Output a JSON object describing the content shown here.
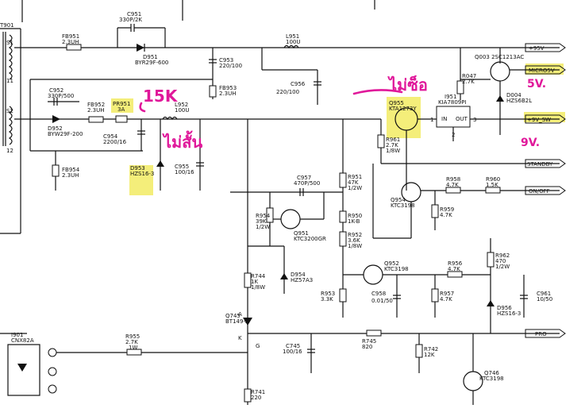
{
  "components": {
    "t901": "T901",
    "s1": "S1",
    "s2": "S2",
    "pin11": "11",
    "pin12": "12",
    "fb951": [
      "FB951",
      "2.3UH"
    ],
    "c951": [
      "C951",
      "330P/2K"
    ],
    "d951": [
      "D951",
      "BYR29F-600"
    ],
    "l951": [
      "L951",
      "100U"
    ],
    "c953": [
      "C953",
      "220/100"
    ],
    "fb953": [
      "FB953",
      "2.3UH"
    ],
    "c956": [
      "C956",
      "220/100"
    ],
    "c952": [
      "C952",
      "330P/500"
    ],
    "fb952": [
      "FB952",
      "2.3UH"
    ],
    "pr951": [
      "PR951",
      "3A"
    ],
    "l952": [
      "L952",
      "100U"
    ],
    "d952": [
      "D952",
      "BYW29F-200"
    ],
    "c954": [
      "C954",
      "2200/16"
    ],
    "fb954": [
      "FB954",
      "2.3UH"
    ],
    "d953": [
      "D953",
      "HZS16-3"
    ],
    "c955": [
      "C955",
      "100/16"
    ],
    "q955": [
      "Q955",
      "KTA1273Y"
    ],
    "r961": [
      "R961",
      "2.7K",
      "1/8W"
    ],
    "i951": [
      "I951",
      "KIA7809PI"
    ],
    "i951_in": "IN",
    "i951_out": "OUT",
    "pin1": "1",
    "pin2": "2",
    "pin3": "3",
    "r047": [
      "R047",
      "2.7K"
    ],
    "q003": "Q003 2SC1213AC",
    "d004": [
      "D004",
      "HZS6B2L"
    ],
    "c957": [
      "C957",
      "470P/500"
    ],
    "r951": [
      "R951",
      "47K",
      "1/2W"
    ],
    "r954": [
      "R954",
      "39K",
      "1/2W"
    ],
    "q951": [
      "Q951",
      "KTC3200GR"
    ],
    "r950": [
      "R950",
      "1K-B"
    ],
    "r952": [
      "R952",
      "3.6K",
      "1/8W"
    ],
    "q954": [
      "Q954",
      "KTC3198"
    ],
    "r958": [
      "R958",
      "4.7K"
    ],
    "r959": [
      "R959",
      "4.7K"
    ],
    "r960": [
      "R960",
      "1.5K"
    ],
    "r744": [
      "R744",
      "1K",
      "1/8W"
    ],
    "d954": [
      "D954",
      "HZ57A3"
    ],
    "r953": [
      "R953",
      "3.3K"
    ],
    "q952": [
      "Q952",
      "KTC3198"
    ],
    "r956": [
      "R956",
      "4.7K"
    ],
    "c958": [
      "C958",
      "0.01/50"
    ],
    "r957": [
      "R957",
      "4.7K"
    ],
    "r962": [
      "R962",
      "470",
      "1/2W"
    ],
    "d956": [
      "D956",
      "HZS16-3"
    ],
    "c961": [
      "C961",
      "10/50"
    ],
    "q745": [
      "Q745",
      "BT149-B"
    ],
    "i901": [
      "I901",
      "CNX82A"
    ],
    "r955": [
      "R955",
      "2.7K",
      "1W"
    ],
    "c745": [
      "C745",
      "100/16"
    ],
    "r745": [
      "R745",
      "820"
    ],
    "r742": [
      "R742",
      "12K"
    ],
    "q746": [
      "Q746",
      "KTC3198"
    ],
    "r741": [
      "R741",
      "220"
    ],
    "gate_g": "G",
    "gate_k": "K",
    "gate_a": "A"
  },
  "nets": {
    "plus95v": "+95V",
    "micro5v": "MICRO5V",
    "plus9v_sw": "+9V_SW",
    "standby": "STANDBY",
    "on_off": "ON/OFF",
    "pro": "PRO"
  },
  "annotations": {
    "fuse_note": "15K",
    "zener_note": "ไม่สั้น",
    "transistor_note": "ไม่ซ็อ",
    "micro_note": "5V.",
    "sw_note": "9V."
  },
  "colors": {
    "highlight": "#f4ee7a",
    "ink": "#e0189a",
    "line": "#111111"
  }
}
